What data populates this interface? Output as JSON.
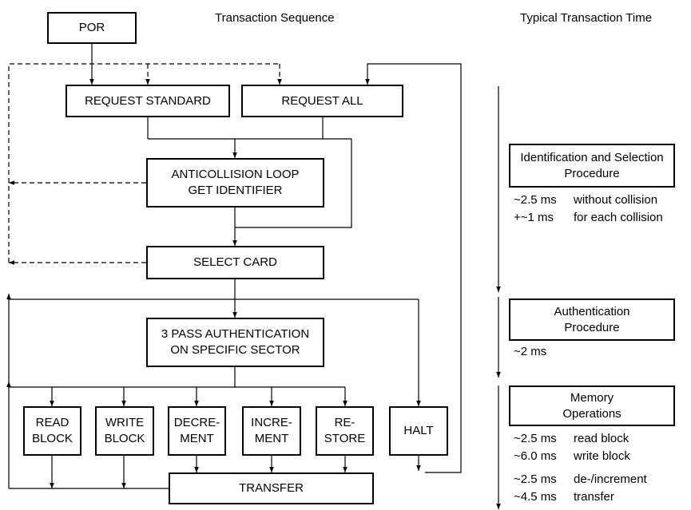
{
  "headings": {
    "left": "Transaction Sequence",
    "right": "Typical Transaction Time"
  },
  "blocks": {
    "por": "POR",
    "request_standard": "REQUEST STANDARD",
    "request_all": "REQUEST ALL",
    "anticollision": [
      "ANTICOLLISION LOOP",
      "GET IDENTIFIER"
    ],
    "select_card": "SELECT CARD",
    "authentication": [
      "3 PASS AUTHENTICATION",
      "ON SPECIFIC SECTOR"
    ],
    "read_block": [
      "READ",
      "BLOCK"
    ],
    "write_block": [
      "WRITE",
      "BLOCK"
    ],
    "decrement": [
      "DECRE-",
      "MENT"
    ],
    "increment": [
      "INCRE-",
      "MENT"
    ],
    "restore": [
      "RE-",
      "STORE"
    ],
    "halt": "HALT",
    "transfer": "TRANSFER"
  },
  "phases": {
    "identification": {
      "title": [
        "Identification and Selection",
        "Procedure"
      ],
      "timings": [
        {
          "time": "~2.5 ms",
          "desc": "without collision"
        },
        {
          "time": "+~1 ms",
          "desc": "for each collision"
        }
      ]
    },
    "authentication": {
      "title": [
        "Authentication",
        "Procedure"
      ],
      "timings": [
        {
          "time": "~2 ms",
          "desc": ""
        }
      ]
    },
    "memory": {
      "title": [
        "Memory",
        "Operations"
      ],
      "timings": [
        {
          "time": "~2.5 ms",
          "desc": "read block"
        },
        {
          "time": "~6.0 ms",
          "desc": "write block"
        },
        {
          "time": "~2.5 ms",
          "desc": "de-/increment"
        },
        {
          "time": "~4.5 ms",
          "desc": "transfer"
        }
      ]
    }
  }
}
